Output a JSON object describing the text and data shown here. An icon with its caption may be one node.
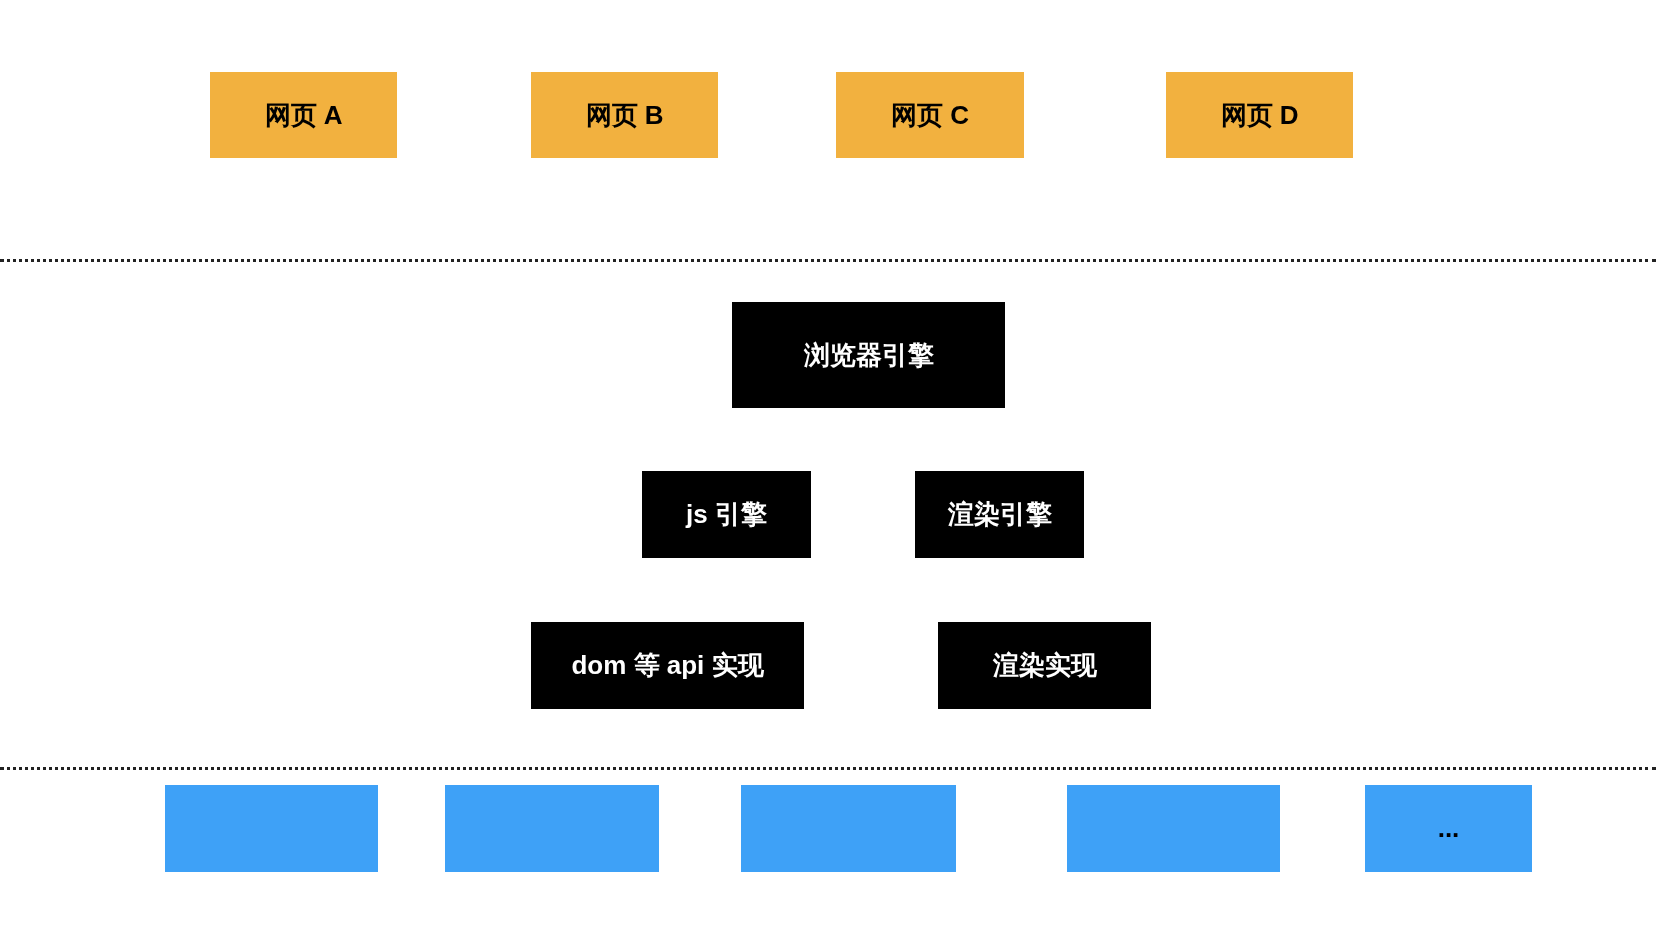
{
  "diagram": {
    "nodes": [
      {
        "text": [
          "网页 A"
        ]
      },
      {
        "text": [
          "网页 B"
        ]
      },
      {
        "text": [
          "网页 C"
        ]
      },
      {
        "text": [
          "网页 D"
        ]
      },
      {
        "text": [
          "浏览器引擎"
        ]
      },
      {
        "text": [
          "js 引擎"
        ]
      },
      {
        "text": [
          "渲染引擎"
        ]
      },
      {
        "text": [
          "dom 等 api 实现"
        ]
      },
      {
        "text": [
          "渲染实现"
        ]
      },
      {
        "text": [],
        "shape": "box"
      },
      {
        "text": [],
        "shape": "box"
      },
      {
        "text": [],
        "shape": "box"
      },
      {
        "text": [],
        "shape": "box"
      },
      {
        "text": [
          "..."
        ]
      }
    ]
  }
}
